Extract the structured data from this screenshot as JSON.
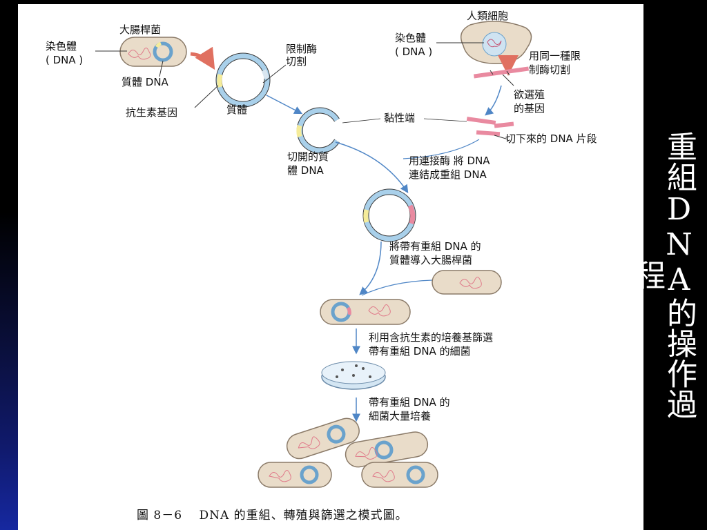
{
  "side_title": "重組DNA的操作過程",
  "diagram": {
    "labels": {
      "ecoli": "大腸桿菌",
      "chromosome_l1": "染色體",
      "chromosome_l2": "( DNA )",
      "plasmid_dna": "質體 DNA",
      "antibiotic_gene": "抗生素基因",
      "plasmid": "質體",
      "restriction_l1": "限制酶",
      "restriction_l2": "切割",
      "human_cell": "人類細胞",
      "hchrom_l1": "染色體",
      "hchrom_l2": "( DNA )",
      "same_enzyme_l1": "用同一種限",
      "same_enzyme_l2": "制酶切割",
      "target_gene_l1": "欲選殖",
      "target_gene_l2": "的基因",
      "sticky_end": "黏性端",
      "cut_fragment": "切下來的 DNA 片段",
      "opened_l1": "切開的質",
      "opened_l2": "體 DNA",
      "ligase_l1": "用連接酶 將 DNA",
      "ligase_l2": "連結成重組 DNA",
      "intro_l1": "將帶有重組 DNA 的",
      "intro_l2": "質體導入大腸桿菌",
      "select_l1": "利用含抗生素的培養基篩選",
      "select_l2": "帶有重組 DNA 的細菌",
      "culture_l1": "帶有重組 DNA 的",
      "culture_l2": "細菌大量培養"
    },
    "caption": "圖 8－6　 DNA 的重組、轉殖與篩選之模式圖。"
  },
  "colors": {
    "background": "#000000",
    "panel": "#ffffff",
    "bacterium": "#e9dcc9",
    "plasmid_blue": "#a9d0ea",
    "gene_yellow": "#f5ec9a",
    "insert_pink": "#e98aa0",
    "arrow_blue": "#4f86c6",
    "arrow_red": "#e07060"
  }
}
